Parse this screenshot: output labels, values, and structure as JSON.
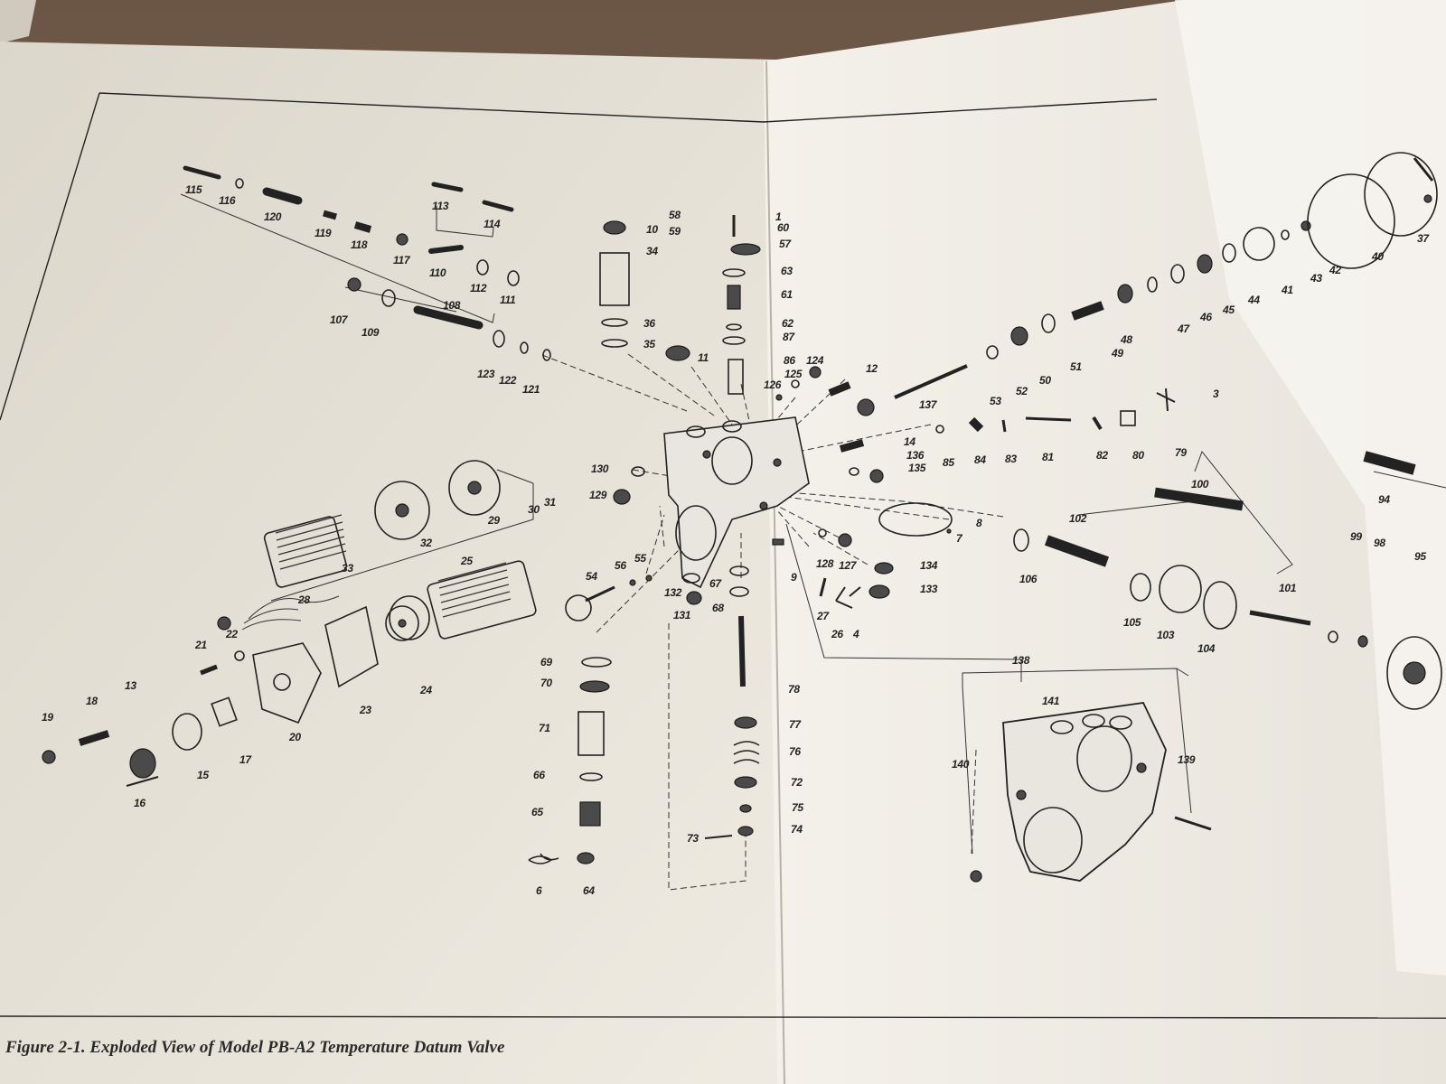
{
  "caption": "Figure 2-1. Exploded View of Model PB-A2 Temperature Datum Valve",
  "part_labels": [
    "1",
    "3",
    "4",
    "6",
    "7",
    "8",
    "9",
    "10",
    "11",
    "12",
    "13",
    "14",
    "15",
    "16",
    "17",
    "18",
    "19",
    "20",
    "21",
    "22",
    "23",
    "24",
    "25",
    "26",
    "27",
    "28",
    "29",
    "30",
    "31",
    "32",
    "33",
    "34",
    "35",
    "36",
    "37",
    "40",
    "41",
    "42",
    "43",
    "44",
    "45",
    "46",
    "47",
    "48",
    "49",
    "50",
    "51",
    "52",
    "53",
    "54",
    "55",
    "56",
    "57",
    "58",
    "59",
    "60",
    "61",
    "62",
    "63",
    "64",
    "65",
    "66",
    "67",
    "68",
    "69",
    "70",
    "71",
    "72",
    "73",
    "74",
    "75",
    "76",
    "77",
    "78",
    "79",
    "80",
    "81",
    "82",
    "83",
    "84",
    "85",
    "86",
    "87",
    "94",
    "95",
    "98",
    "99",
    "100",
    "101",
    "102",
    "103",
    "104",
    "105",
    "106",
    "107",
    "108",
    "109",
    "110",
    "111",
    "112",
    "113",
    "114",
    "115",
    "116",
    "117",
    "118",
    "119",
    "120",
    "121",
    "122",
    "123",
    "124",
    "125",
    "126",
    "127",
    "128",
    "129",
    "130",
    "131",
    "132",
    "133",
    "134",
    "135",
    "136",
    "137",
    "138",
    "139",
    "140",
    "141"
  ],
  "colors": {
    "background": "#5a4a3c",
    "paper_left": "#ece8de",
    "paper_right": "#f2efe8",
    "ink": "#222222"
  }
}
